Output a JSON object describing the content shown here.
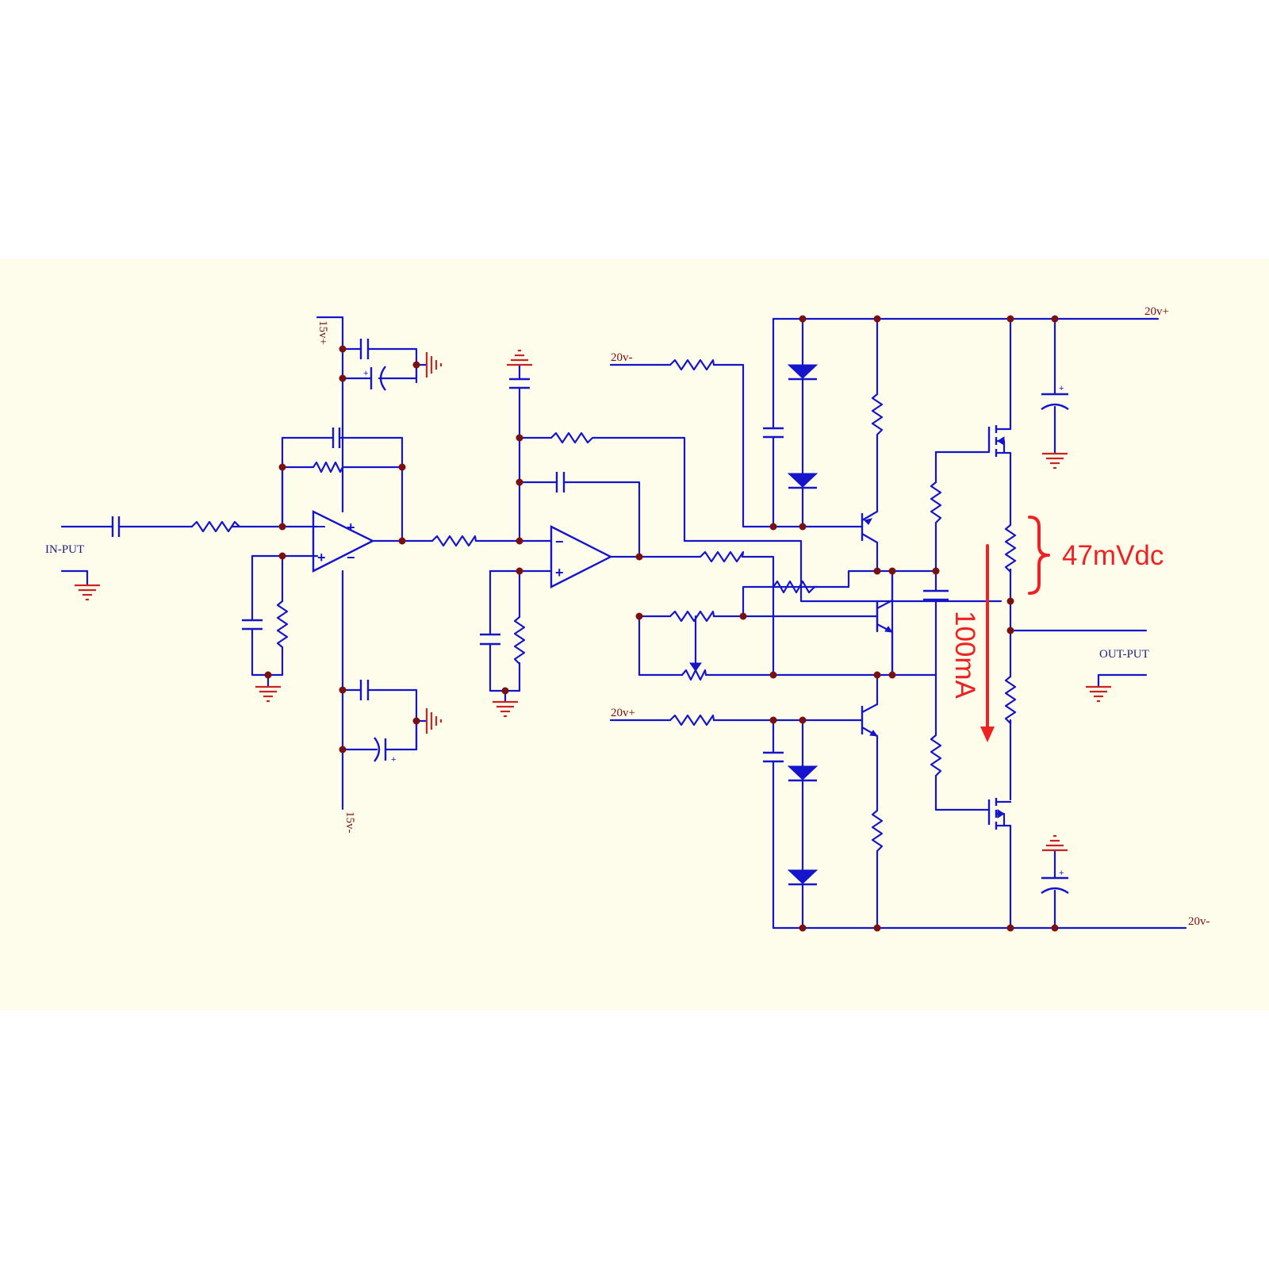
{
  "colors": {
    "page_bg": "#ffffff",
    "sheet_bg": "#fefdec",
    "wire": "#1515cc",
    "ground": "#cc2222",
    "junction": "#7a1010",
    "net_label": "#7a1010",
    "pin_label": "#20207a",
    "annotation": "#ee2222"
  },
  "labels": {
    "input": "IN-PUT",
    "output": "OUT-PUT",
    "supply_15v_pos": "15v+",
    "supply_15v_neg": "15v-",
    "rail_20v_pos_top": "20v+",
    "rail_20v_neg_bottom": "20v-",
    "driver_20v_neg": "20v-",
    "driver_20v_pos": "20v+"
  },
  "annotations": {
    "voltage": "47mVdc",
    "current": "100mA"
  },
  "opamp_pins": {
    "inverting": "−",
    "non_inverting": "+"
  },
  "polarity_mark": "+",
  "icons": [
    "ground-symbol",
    "capacitor",
    "electrolytic-capacitor",
    "resistor",
    "potentiometer",
    "diode",
    "npn-transistor",
    "pnp-transistor",
    "n-mosfet",
    "p-mosfet",
    "op-amp"
  ]
}
